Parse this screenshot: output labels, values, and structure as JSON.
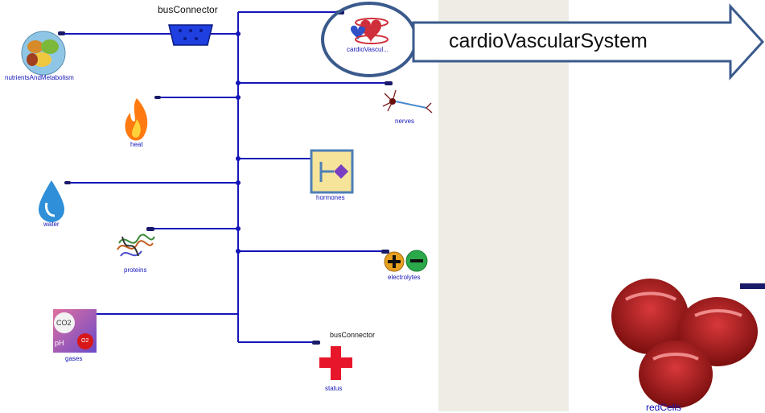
{
  "diagram": {
    "top_bus_label": "busConnector",
    "bottom_bus_label": "busConnector",
    "components": {
      "nutrients": "nutrientsAndMetabolism",
      "cardio": "cardioVascul...",
      "nerves": "nerves",
      "heat": "heat",
      "hormones": "hormones",
      "water": "water",
      "proteins": "proteins",
      "electrolytes": "electrolytes",
      "gases": "gases",
      "status": "status",
      "redcells": "redCells"
    },
    "gas_labels": {
      "co2": "CO2",
      "o2": "O2",
      "ph": "pH"
    },
    "callout": "cardioVascularSystem"
  },
  "colors": {
    "wire": "#1515b8",
    "highlight_ring": "#3a5a8c",
    "arrow_outline": "#3a5a8c",
    "panel_middle": "#eeece4",
    "red_blood_cell": "#b01c18"
  }
}
